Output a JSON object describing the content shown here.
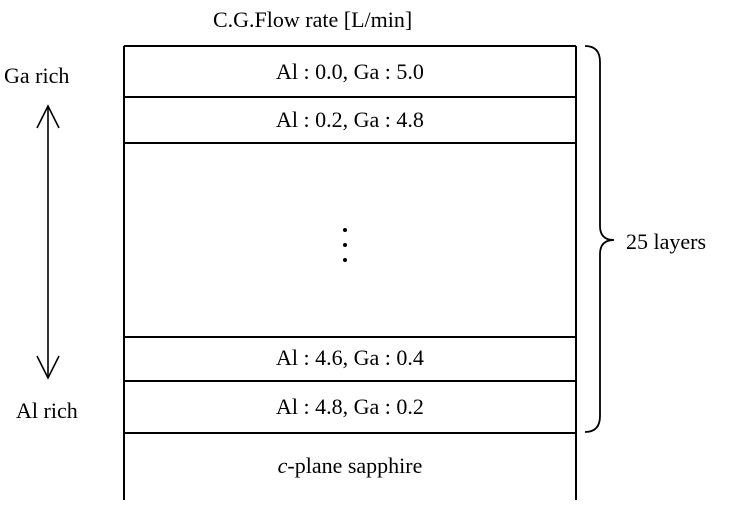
{
  "header": {
    "title": "C.G.Flow rate [L/min]"
  },
  "left_labels": {
    "top": "Ga rich",
    "bottom": "Al rich"
  },
  "layers": [
    {
      "label": "Al : 0.0, Ga : 5.0"
    },
    {
      "label": "Al : 0.2, Ga : 4.8"
    },
    {
      "label": "⋮"
    },
    {
      "label": "Al : 4.6, Ga : 0.4"
    },
    {
      "label": "Al : 4.8, Ga : 0.2"
    }
  ],
  "substrate": {
    "italic_part": "c",
    "rest": "-plane sapphire"
  },
  "brace": {
    "label": "25 layers"
  },
  "colors": {
    "line": "#000000",
    "background": "#ffffff"
  }
}
